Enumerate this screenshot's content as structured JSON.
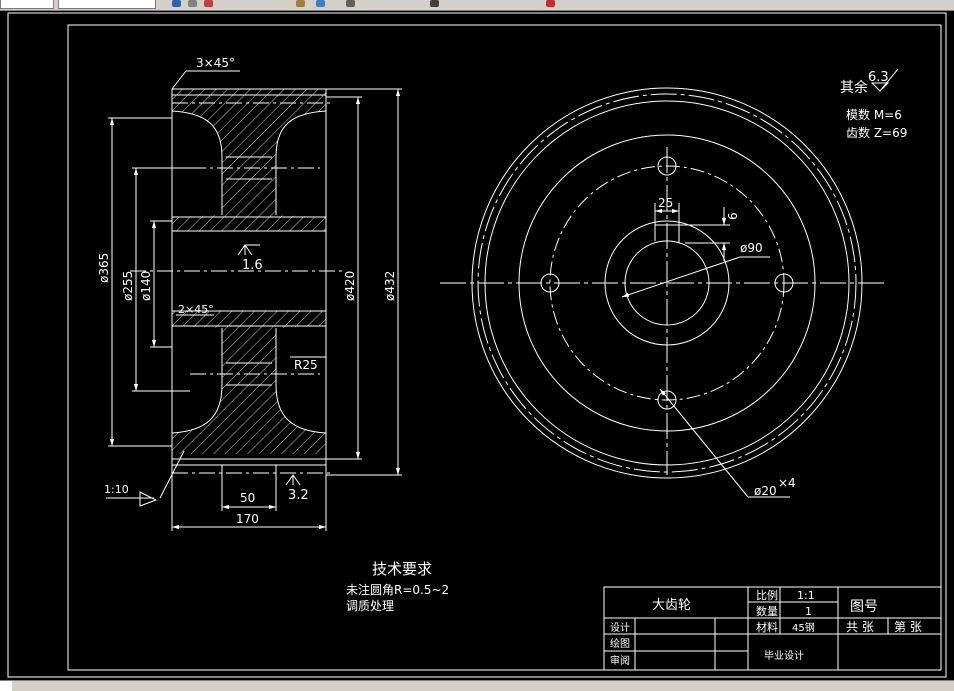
{
  "drawing": {
    "dim_chamfer_top": "3×45°",
    "dim_chamfer_bore": "2×45°",
    "dim_d365": "ø365",
    "dim_d255": "ø255",
    "dim_d140": "ø140",
    "dim_d420": "ø420",
    "dim_d432": "ø432",
    "dim_r25": "R25",
    "dim_width": "170",
    "dim_web": "50",
    "dim_taper": "1:10",
    "rough_bore": "1.6",
    "rough_face": "3.2",
    "dim_key_w": "25",
    "dim_key_d": "6",
    "dim_bore": "ø90",
    "dim_holes": "ø20",
    "dim_holes_qty": "×4",
    "rough_other_label": "其余",
    "rough_other_val": "6.3",
    "module_text": "模数 M=6",
    "teeth_text": "齿数 Z=69"
  },
  "notes": {
    "title": "技术要求",
    "line1": "未注圆角R=0.5~2",
    "line2": "调质处理"
  },
  "title_block": {
    "part_name": "大齿轮",
    "scale_label": "比例",
    "scale_value": "1:1",
    "qty_label": "数量",
    "qty_value": "1",
    "drawing_no_label": "图号",
    "material_label": "材料",
    "material_value": "45钢",
    "sheets_label": "共  张",
    "sheet_label": "第  张",
    "design_label": "设计",
    "drawn_label": "绘图",
    "review_label": "审阅",
    "project": "毕业设计"
  }
}
